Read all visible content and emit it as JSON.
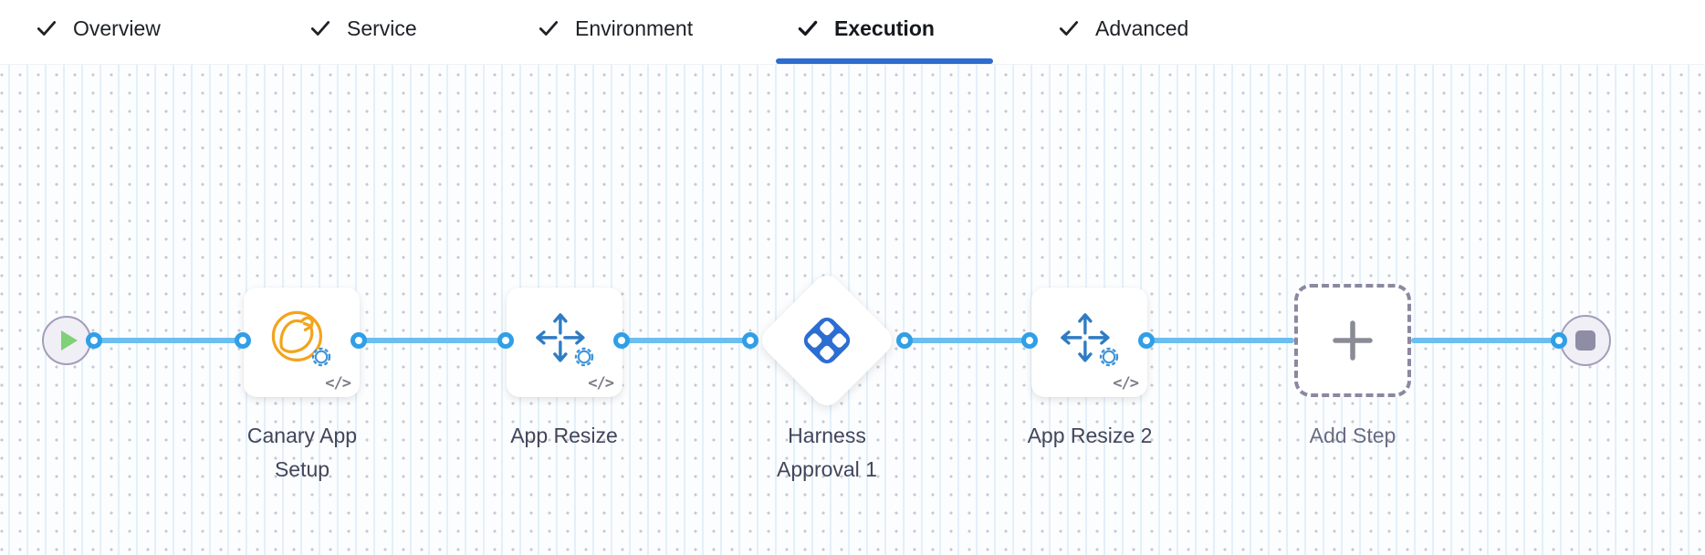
{
  "tabs": {
    "items": [
      {
        "label": "Overview",
        "checked": true,
        "active": false
      },
      {
        "label": "Service",
        "checked": true,
        "active": false
      },
      {
        "label": "Environment",
        "checked": true,
        "active": false
      },
      {
        "label": "Execution",
        "checked": true,
        "active": true
      },
      {
        "label": "Advanced",
        "checked": true,
        "active": false
      }
    ]
  },
  "pipeline": {
    "nodes": [
      {
        "type": "start",
        "icon": "play-icon"
      },
      {
        "type": "step",
        "label": "Canary App Setup",
        "icon": "canary-icon",
        "code_badge": "</>"
      },
      {
        "type": "step",
        "label": "App Resize",
        "icon": "resize-arrows-icon",
        "code_badge": "</>"
      },
      {
        "type": "approval",
        "label": "Harness Approval 1",
        "icon": "harness-approval-icon"
      },
      {
        "type": "step",
        "label": "App Resize 2",
        "icon": "resize-arrows-icon",
        "code_badge": "</>"
      },
      {
        "type": "add",
        "label": "Add Step",
        "icon": "plus-icon"
      },
      {
        "type": "end",
        "icon": "stop-icon"
      }
    ]
  },
  "colors": {
    "active_tab_underline": "#2e6cd0",
    "link_line": "#6cbef1",
    "connector_ring": "#2f9fe8",
    "canary_orange": "#f2a41c",
    "resize_blue": "#2f7cc4",
    "harness_blue": "#2c6dd2",
    "play_green": "#7fd077",
    "terminal_border": "#a29dbb",
    "label_text": "#42465b"
  }
}
